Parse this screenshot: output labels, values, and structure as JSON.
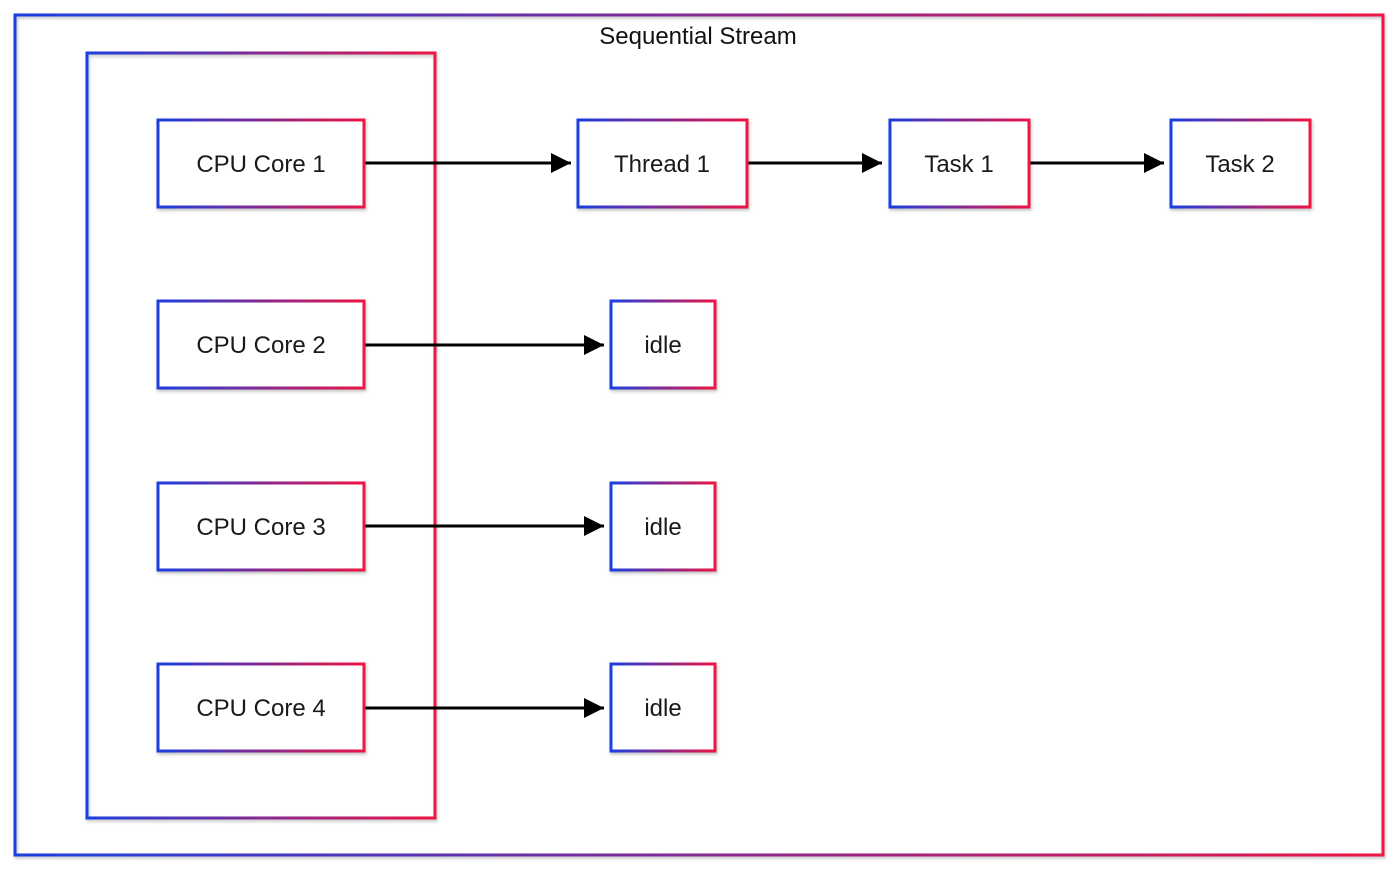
{
  "diagram": {
    "title": "Sequential Stream",
    "colors": {
      "border_start": "#1a3fe0",
      "border_end": "#ee1443",
      "arrow": "#000000",
      "background": "#ffffff"
    },
    "nodes": {
      "core1": "CPU Core 1",
      "core2": "CPU Core 2",
      "core3": "CPU Core 3",
      "core4": "CPU Core 4",
      "thread1": "Thread 1",
      "task1": "Task 1",
      "task2": "Task 2",
      "idle2": "idle",
      "idle3": "idle",
      "idle4": "idle"
    },
    "edges": [
      {
        "from": "CPU Core 1",
        "to": "Thread 1"
      },
      {
        "from": "Thread 1",
        "to": "Task 1"
      },
      {
        "from": "Task 1",
        "to": "Task 2"
      },
      {
        "from": "CPU Core 2",
        "to": "idle"
      },
      {
        "from": "CPU Core 3",
        "to": "idle"
      },
      {
        "from": "CPU Core 4",
        "to": "idle"
      }
    ]
  }
}
